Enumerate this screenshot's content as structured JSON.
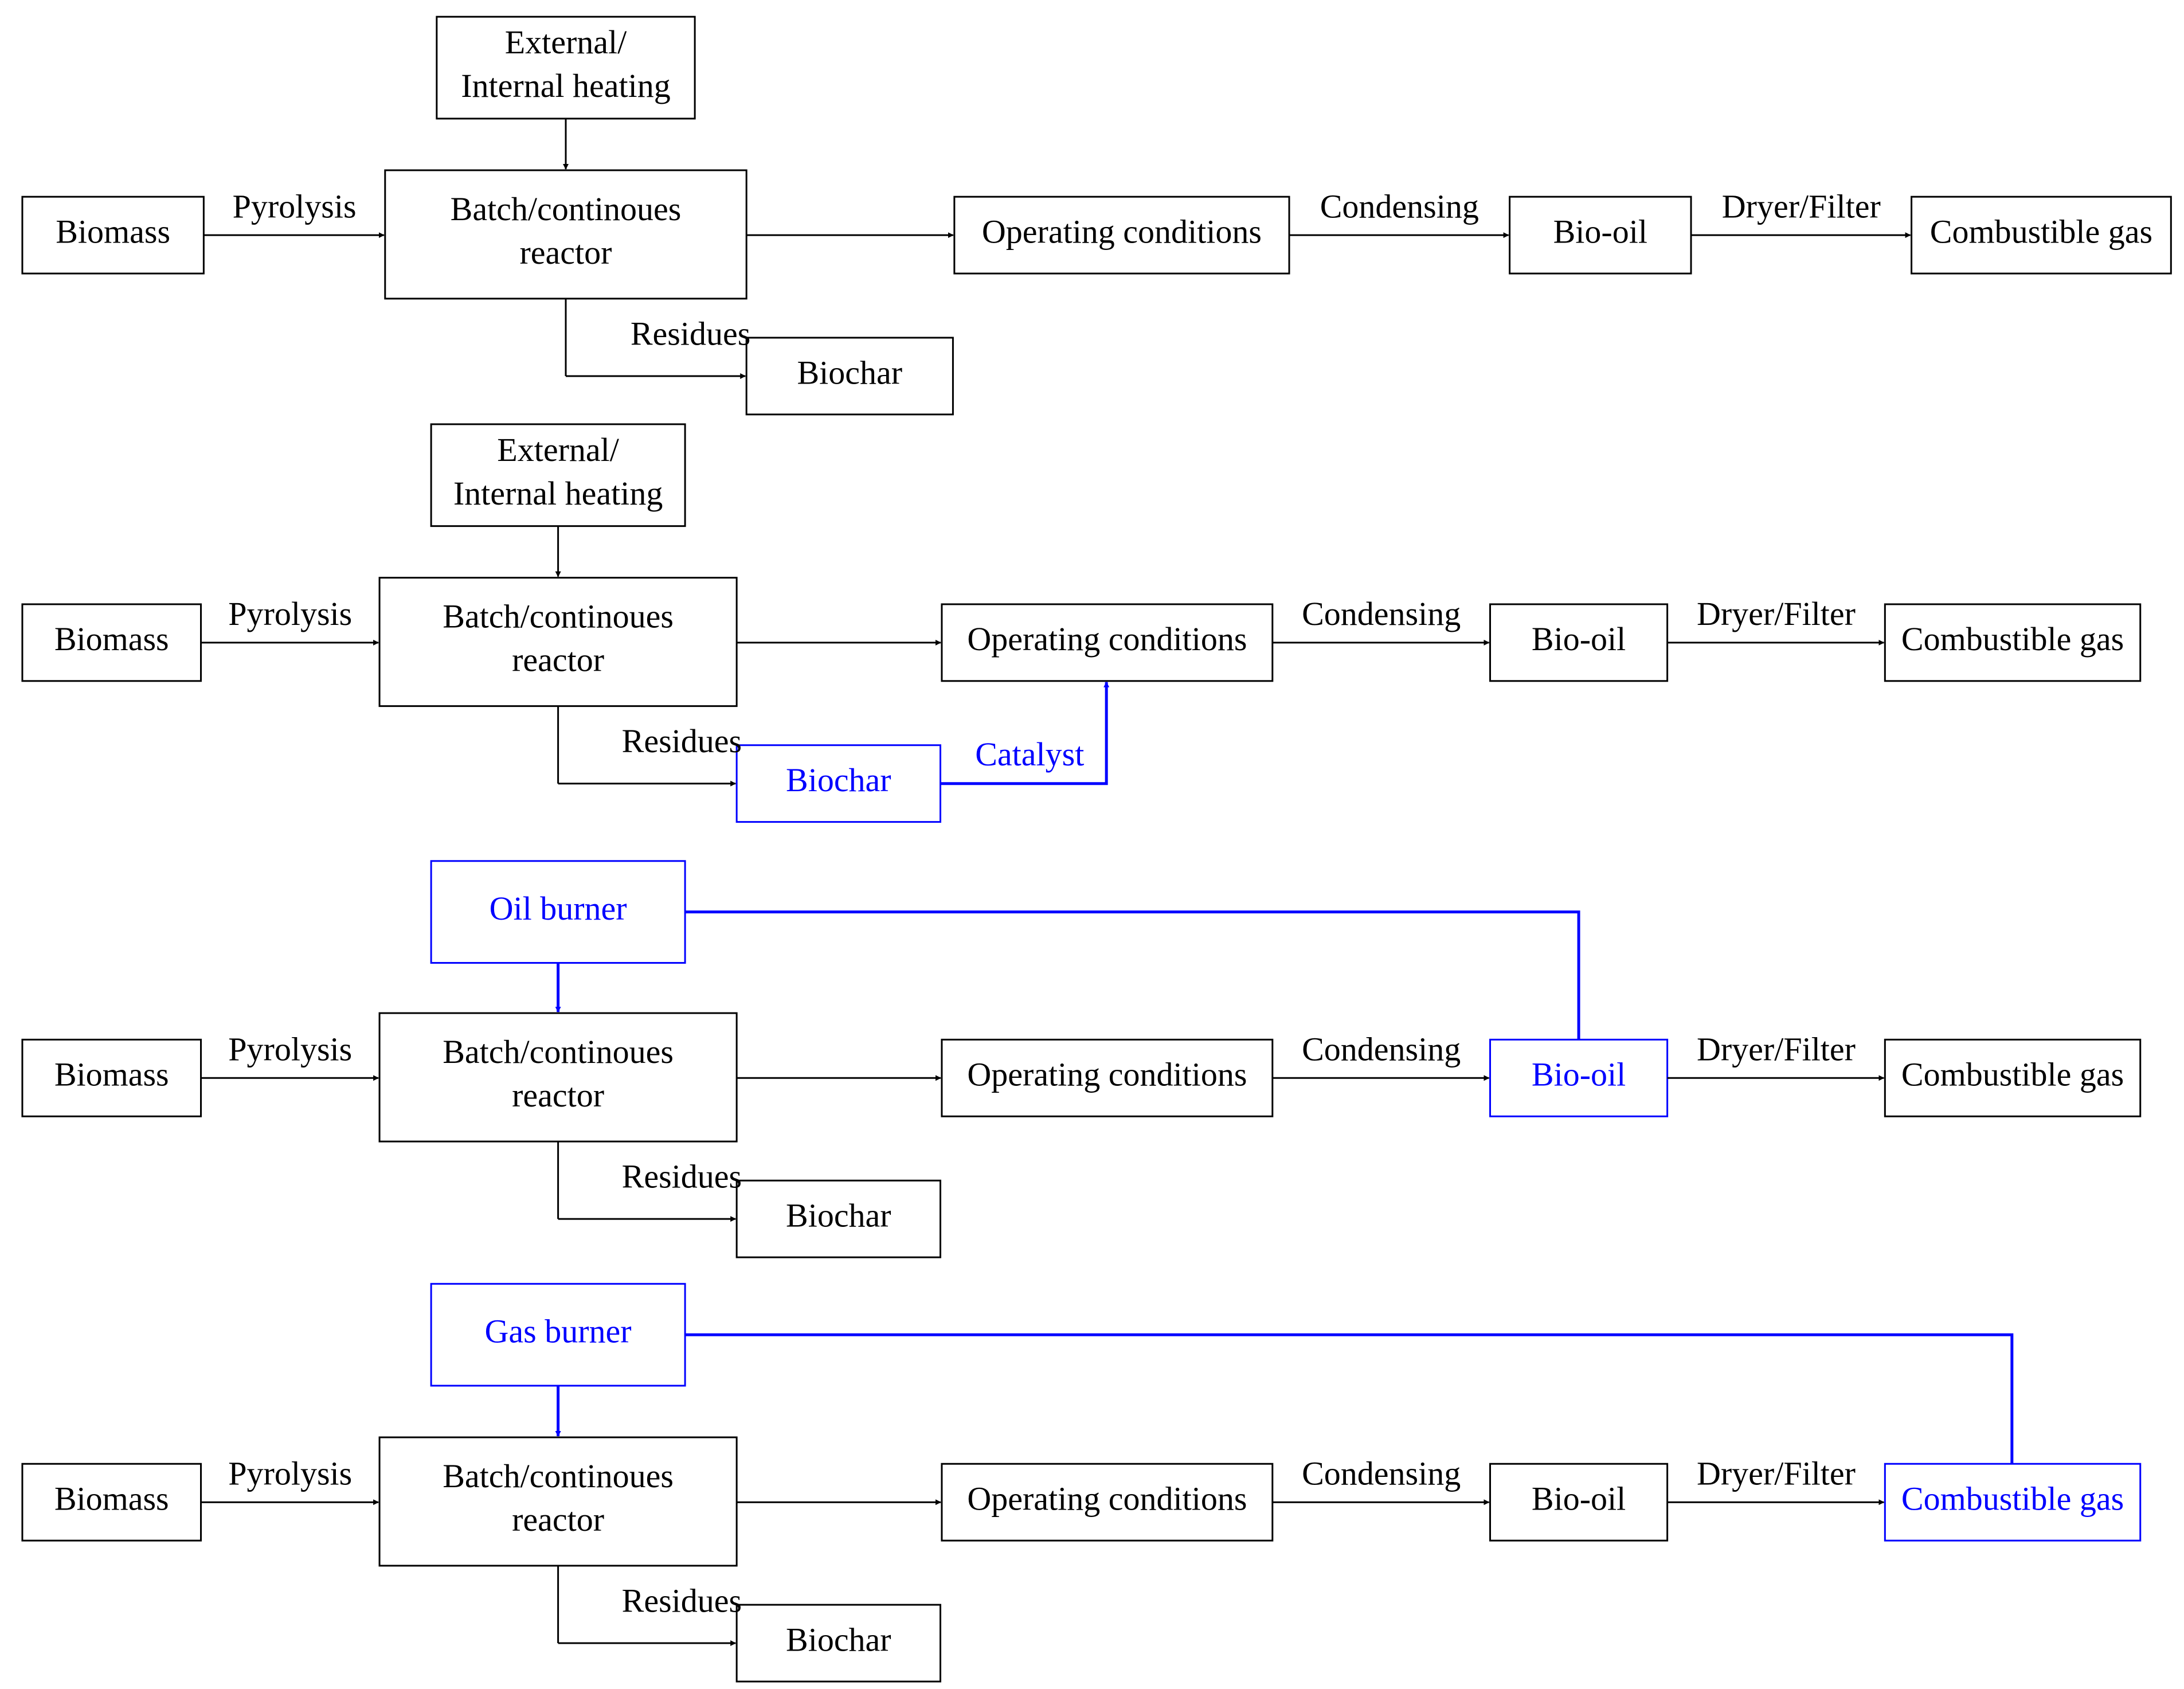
{
  "colors": {
    "default": "#000000",
    "highlight": "#0000ff"
  },
  "diagrams": [
    {
      "heating": "External/\nInternal heating",
      "biomass": "Biomass",
      "pyrolysis": "Pyrolysis",
      "reactor": "Batch/continoues\nreactor",
      "operating": "Operating conditions",
      "condensing": "Condensing",
      "biooil": "Bio-oil",
      "dryer": "Dryer/Filter",
      "gas": "Combustible gas",
      "residues": "Residues",
      "biochar": "Biochar"
    },
    {
      "heating": "External/\nInternal heating",
      "biomass": "Biomass",
      "pyrolysis": "Pyrolysis",
      "reactor": "Batch/continoues\nreactor",
      "operating": "Operating conditions",
      "condensing": "Condensing",
      "biooil": "Bio-oil",
      "dryer": "Dryer/Filter",
      "gas": "Combustible gas",
      "residues": "Residues",
      "biochar": "Biochar",
      "catalyst": "Catalyst"
    },
    {
      "heating": "Oil burner",
      "biomass": "Biomass",
      "pyrolysis": "Pyrolysis",
      "reactor": "Batch/continoues\nreactor",
      "operating": "Operating conditions",
      "condensing": "Condensing",
      "biooil": "Bio-oil",
      "dryer": "Dryer/Filter",
      "gas": "Combustible gas",
      "residues": "Residues",
      "biochar": "Biochar"
    },
    {
      "heating": "Gas burner",
      "biomass": "Biomass",
      "pyrolysis": "Pyrolysis",
      "reactor": "Batch/continoues\nreactor",
      "operating": "Operating conditions",
      "condensing": "Condensing",
      "biooil": "Bio-oil",
      "dryer": "Dryer/Filter",
      "gas": "Combustible gas",
      "residues": "Residues",
      "biochar": "Biochar"
    }
  ]
}
